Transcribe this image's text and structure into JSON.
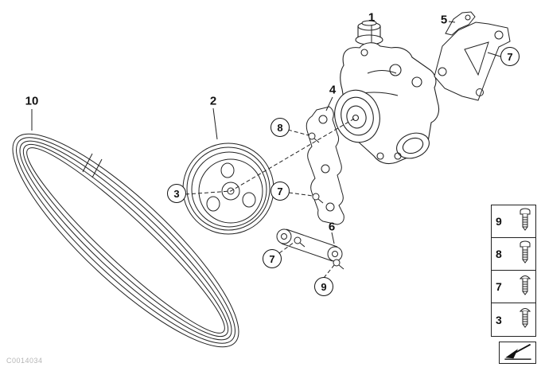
{
  "diagram": {
    "description": "Power steering pump with drive belt, pulley and mounting brackets - exploded parts diagram",
    "callouts": [
      {
        "label": "1"
      },
      {
        "label": "2"
      },
      {
        "label": "4"
      },
      {
        "label": "5"
      },
      {
        "label": "6"
      },
      {
        "label": "10"
      },
      {
        "label": "3"
      },
      {
        "label": "7"
      },
      {
        "label": "7"
      },
      {
        "label": "7"
      },
      {
        "label": "8"
      },
      {
        "label": "9"
      }
    ]
  },
  "sidebar": {
    "items": [
      {
        "label": "9"
      },
      {
        "label": "8"
      },
      {
        "label": "7"
      },
      {
        "label": "3"
      }
    ]
  },
  "footer": {
    "code": "C0014034"
  },
  "colors": {
    "line": "#222222",
    "background": "#ffffff"
  }
}
